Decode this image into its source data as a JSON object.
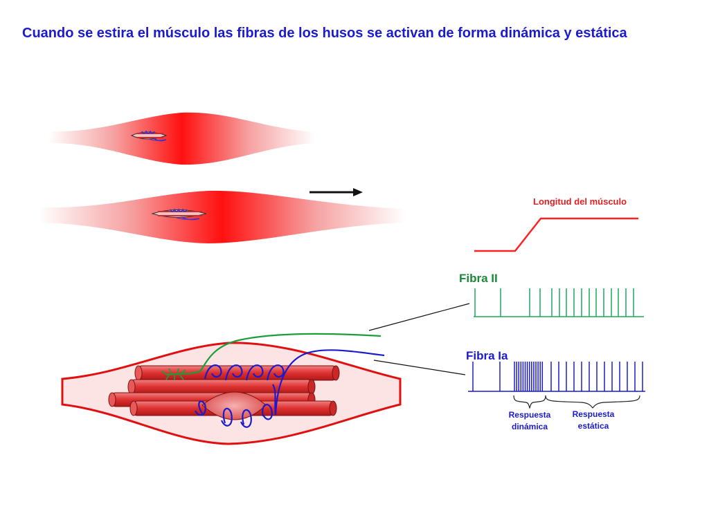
{
  "slide": {
    "title": "Cuando se estira el músculo las fibras de los husos se activan de forma dinámica y estática"
  },
  "labels": {
    "muscle_length": "Longitud del músculo",
    "fiber_ii": "Fibra II",
    "fiber_ia": "Fibra Ia",
    "dynamic_line1": "Respuesta",
    "dynamic_line2": "dinámica",
    "static_line1": "Respuesta",
    "static_line2": "estática"
  },
  "colors": {
    "title": "#1a1ad0",
    "muscle_red": "#ff1a1a",
    "length_trace": "#ff2020",
    "fiber_ii": "#1aa85a",
    "fiber_ia": "#1a1acc",
    "text_dark": "#222222"
  },
  "icons": {
    "stretch_arrow": "right-arrow-icon"
  }
}
